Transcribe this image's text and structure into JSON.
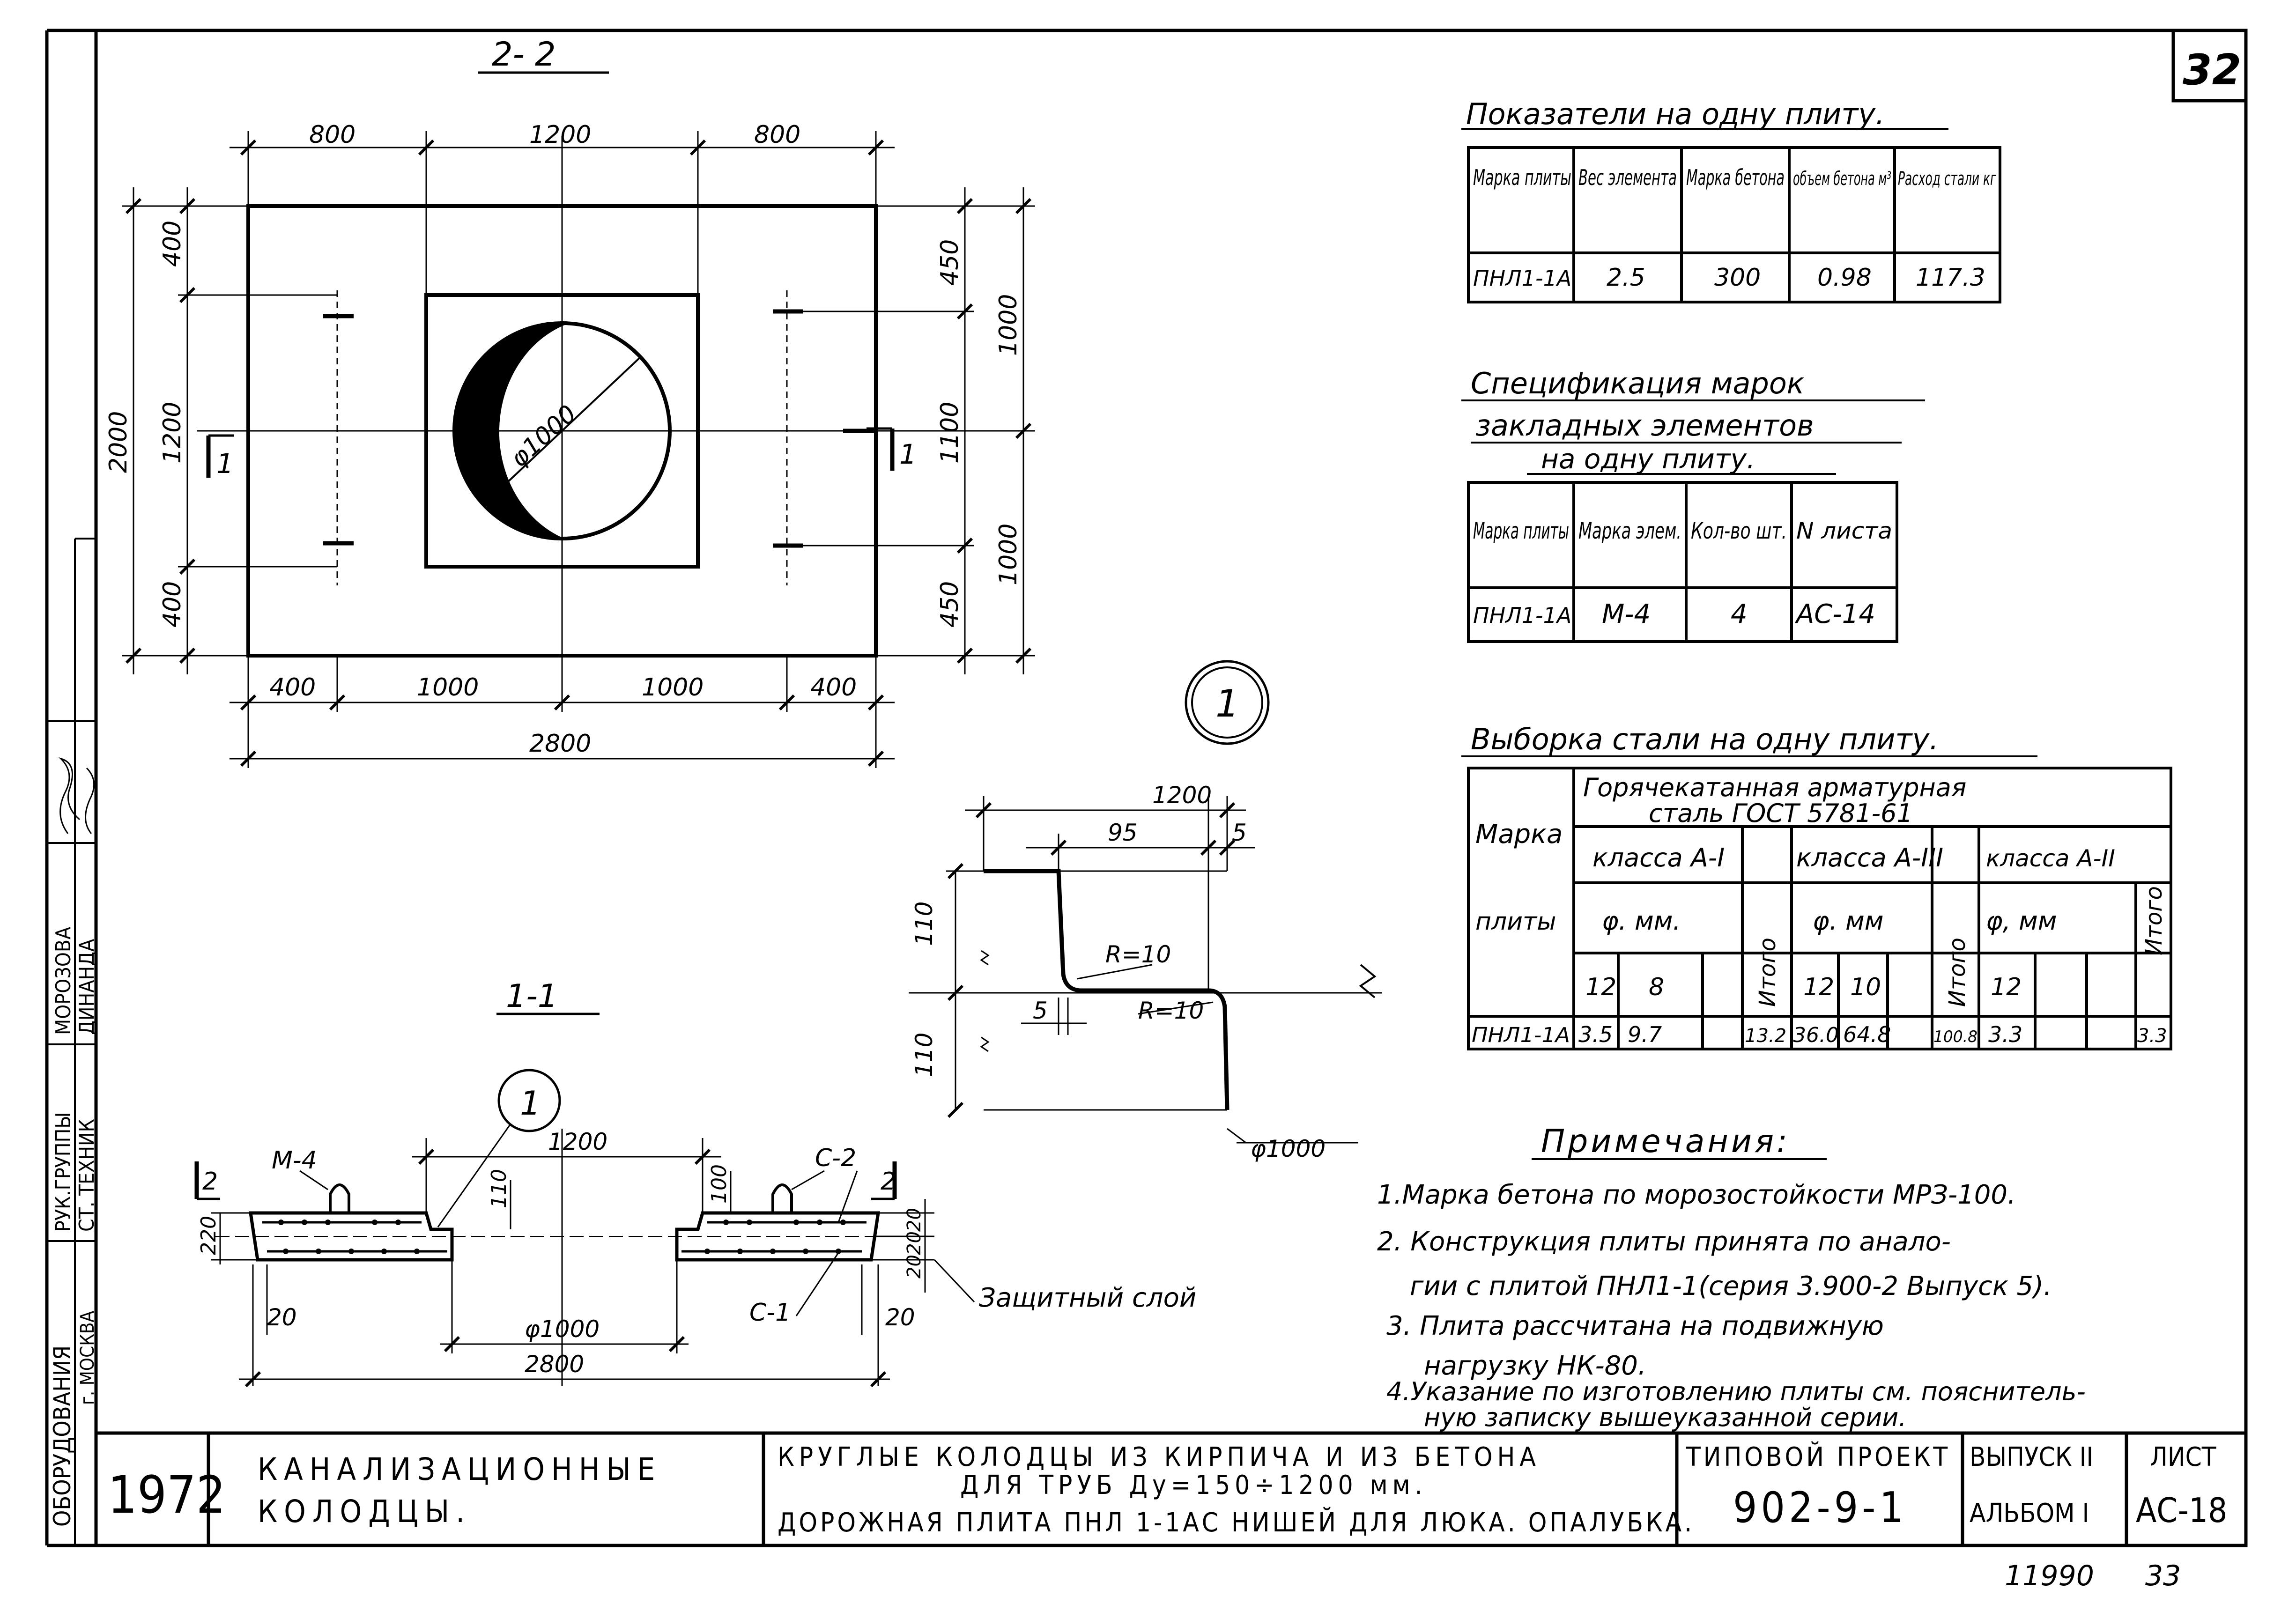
{
  "sheet": {
    "sheet_no_top": "32",
    "footer_numbers": [
      "11990",
      "33"
    ]
  },
  "views": {
    "plan": {
      "title": "2- 2",
      "dims_top": [
        "800",
        "1200",
        "800"
      ],
      "dims_bottom": [
        "400",
        "1000",
        "1000",
        "400"
      ],
      "dim_total_bottom": "2800",
      "dims_left": [
        "400",
        "1200",
        "400"
      ],
      "dim_total_left": "2000",
      "dims_right_inner": [
        "450",
        "1100",
        "450"
      ],
      "dims_right_outer": [
        "1000",
        "1000"
      ],
      "hole_label": "φ1000",
      "cut_mark": "1"
    },
    "section": {
      "title": "1-1",
      "callout": "1",
      "label_m4": "M-4",
      "label_c2": "C-2",
      "label_c1": "C-1",
      "dim_1200": "1200",
      "dim_110": "110",
      "dim_100": "100",
      "dim_220": "220",
      "dims_right": [
        "20",
        "20",
        "20"
      ],
      "dim_20_left": "20",
      "dim_20_right": "20",
      "dim_hole": "φ1000",
      "dim_2800": "2800",
      "protective_layer": "Защитный слой",
      "cut_mark_left": "2",
      "cut_mark_right": "2"
    },
    "detail": {
      "callout": "1",
      "dim_1200": "1200",
      "dim_95": "95",
      "dim_5_top": "5",
      "dim_110_upper": "110",
      "dim_110_lower": "110",
      "dim_5_left": "5",
      "radius_1": "R=10",
      "radius_2": "R=10",
      "dim_hole": "φ1000"
    }
  },
  "table_indicators": {
    "title": "Показатели на одну плиту.",
    "headers": [
      "Марка плиты",
      "Вес элемента",
      "Марка бетона",
      "объем бетона м³",
      "Расход стали кг"
    ],
    "row": [
      "ПНЛ1-1А",
      "2.5",
      "300",
      "0.98",
      "117.3"
    ]
  },
  "table_embedded": {
    "title_lines": [
      "Спецификация марок",
      "закладных элементов",
      "на одну плиту."
    ],
    "headers": [
      "Марка плиты",
      "Марка элем.",
      "Кол-во шт.",
      "N листа"
    ],
    "row": [
      "ПНЛ1-1А",
      "M-4",
      "4",
      "АС-14"
    ]
  },
  "table_steel": {
    "title": "Выборка стали на одну плиту.",
    "col_mark": [
      "Марка",
      "плиты"
    ],
    "group_title_lines": [
      "Горячекатанная арматурная",
      "сталь ГОСТ 5781-61"
    ],
    "classes": [
      "класса А-I",
      "класса А-III",
      "класса А-II"
    ],
    "phi_labels": [
      "φ. мм.",
      "φ. мм",
      "φ, мм"
    ],
    "total_label": "Итого",
    "diameters": [
      "12",
      "8",
      "12",
      "10",
      "12"
    ],
    "row_mark": "ПНЛ1-1А",
    "row_values": [
      "3.5",
      "9.7",
      "13.2",
      "36.0",
      "64.8",
      "100.8",
      "3.3",
      "3.3"
    ]
  },
  "notes": {
    "title": "Примечания:",
    "lines": [
      "1.Марка бетона по морозостойкости МРЗ-100.",
      "2. Конструкция плиты принята по анало-",
      "гии с плитой ПНЛ1-1(серия 3.900-2 Выпуск 5).",
      "3. Плита рассчитана на подвижную",
      "нагрузку НК-80.",
      "4.Указание по изготовлению плиты см. пояснитель-",
      "ную записку вышеуказанной серии."
    ]
  },
  "side_stamp": {
    "org": "ОБОРУДОВАНИЯ",
    "city": "г. МОСКВА",
    "role1": "РУК.ГРУППЫ",
    "role2": "СТ. ТЕХНИК",
    "name1": "МОРОЗОВА",
    "name2": "ДИНАНДА"
  },
  "title_block": {
    "year": "1972",
    "subject_l1": "КАНАЛИЗАЦИОННЫЕ",
    "subject_l2": "КОЛОДЦЫ.",
    "desc_l1": "КРУГЛЫЕ КОЛОДЦЫ ИЗ КИРПИЧА И ИЗ БЕТОНА",
    "desc_l2": "ДЛЯ ТРУБ Ду=150÷1200 мм.",
    "desc_l3": "ДОРОЖНАЯ ПЛИТА ПНЛ 1-1АС НИШЕЙ ДЛЯ ЛЮКА. ОПАЛУБКА.",
    "project_label": "ТИПОВОЙ ПРОЕКТ",
    "project_no": "902-9-1",
    "issue_label": "ВЫПУСК II",
    "album_label": "АЛЬБОМ I",
    "sheet_label": "ЛИСТ",
    "sheet_code": "АС-18"
  }
}
